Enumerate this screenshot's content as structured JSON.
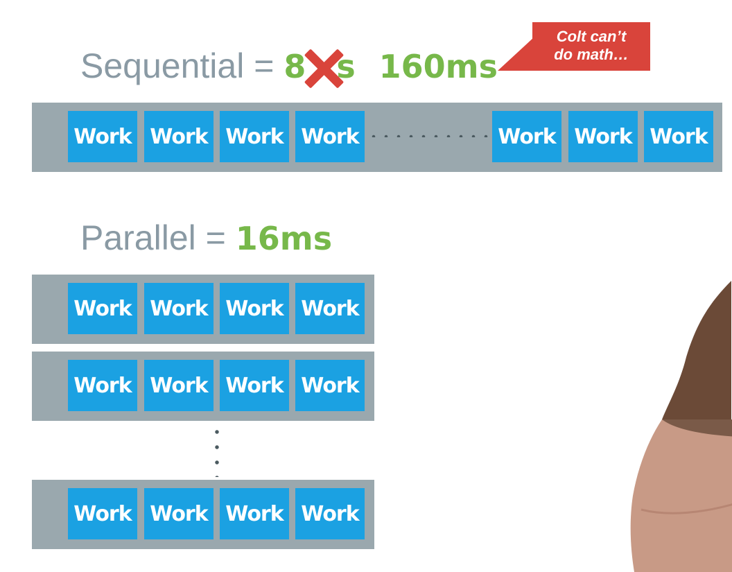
{
  "sequential": {
    "label": "Sequential",
    "equals": "=",
    "struck_value_prefix": "8",
    "struck_value_suffix": "s",
    "value": "160ms"
  },
  "callout": {
    "line1": "Colt can’t",
    "line2": "do math…"
  },
  "parallel": {
    "label": "Parallel",
    "equals": "=",
    "value": "16ms"
  },
  "work_label": "Work",
  "colors": {
    "track": "#9aa8ae",
    "work": "#1ba1e2",
    "accent_green": "#77b84a",
    "callout_red": "#d9443b"
  }
}
